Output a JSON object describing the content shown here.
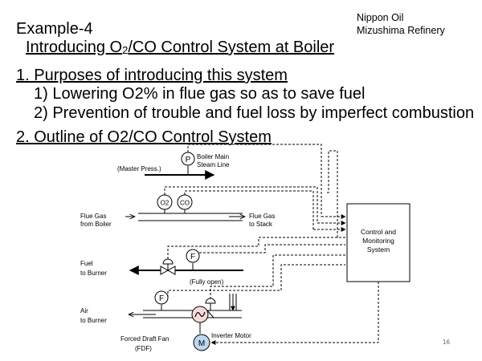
{
  "header": {
    "example_title": "Example-4",
    "organization_line1": "Nippon Oil",
    "organization_line2": "Mizushima Refinery",
    "subtitle_prefix": "Introducing O",
    "subtitle_sub": "2",
    "subtitle_suffix": "/CO Control System at Boiler"
  },
  "sections": {
    "purposes_heading": "1. Purposes of introducing this system",
    "purpose_1": "1) Lowering O2% in flue gas so as to save fuel",
    "purpose_2": "2) Prevention of trouble and fuel loss by imperfect combustion",
    "outline_heading": "2. Outline of O2/CO Control System"
  },
  "diagram": {
    "pressure_symbol": "P",
    "master_press": "(Master Press.)",
    "steam_line_1": "Boiler Main",
    "steam_line_2": "Steam Line",
    "o2_symbol": "O2",
    "co_symbol": "CO",
    "flue_from_1": "Flue Gas",
    "flue_from_2": "from Boiler",
    "flue_to_1": "Flue Gas",
    "flue_to_2": "to Stack",
    "flow_symbol": "F",
    "fuel_1": "Fuel",
    "fuel_2": "to Burner",
    "fully_open": "(Fully open)",
    "air_1": "Air",
    "air_2": "to Burner",
    "fan_1": "Forced Draft Fan",
    "fan_2": "(FDF)",
    "inverter_motor": "Inverter Motor",
    "motor_symbol": "M",
    "control_1": "Control and",
    "control_2": "Monitoring",
    "control_3": "System"
  },
  "page_number": "16"
}
